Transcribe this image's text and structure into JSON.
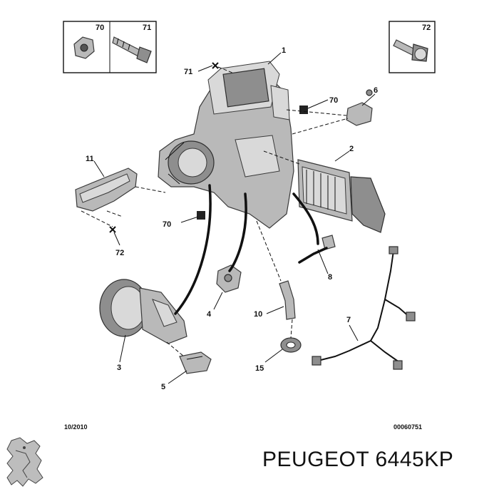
{
  "callouts": {
    "box_a": "70",
    "box_b": "71",
    "box_c": "72",
    "c1": "1",
    "c2": "2",
    "c3": "3",
    "c4": "4",
    "c5": "5",
    "c6": "6",
    "c7": "7",
    "c8": "8",
    "c10": "10",
    "c11": "11",
    "c15": "15",
    "c70_top": "70",
    "c70_bottom": "70",
    "c71": "71",
    "c72": "72"
  },
  "footer": {
    "date": "10/2010",
    "ref": "00060751"
  },
  "brand": {
    "text": "PEUGEOT 6445KP",
    "logo_icon": "peugeot-lion-icon"
  }
}
